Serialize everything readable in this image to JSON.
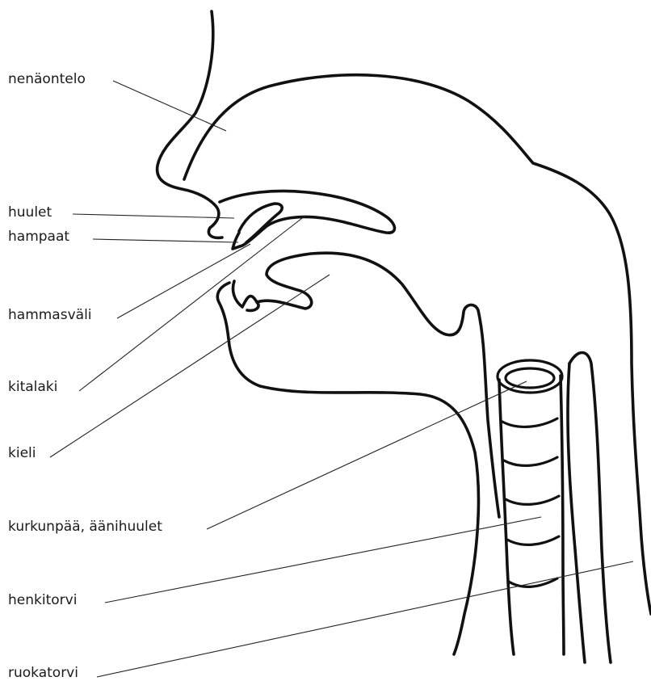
{
  "labels": [
    "nenäontelo",
    "huulet",
    "hampaat",
    "hammasväli",
    "kitalaki",
    "kieli",
    "kurkunpää, äänihuulet",
    "henkitorvi",
    "ruokatorvi"
  ],
  "colors": {
    "line": "#111111",
    "text": "#1a1a1a",
    "background": "#ffffff"
  }
}
